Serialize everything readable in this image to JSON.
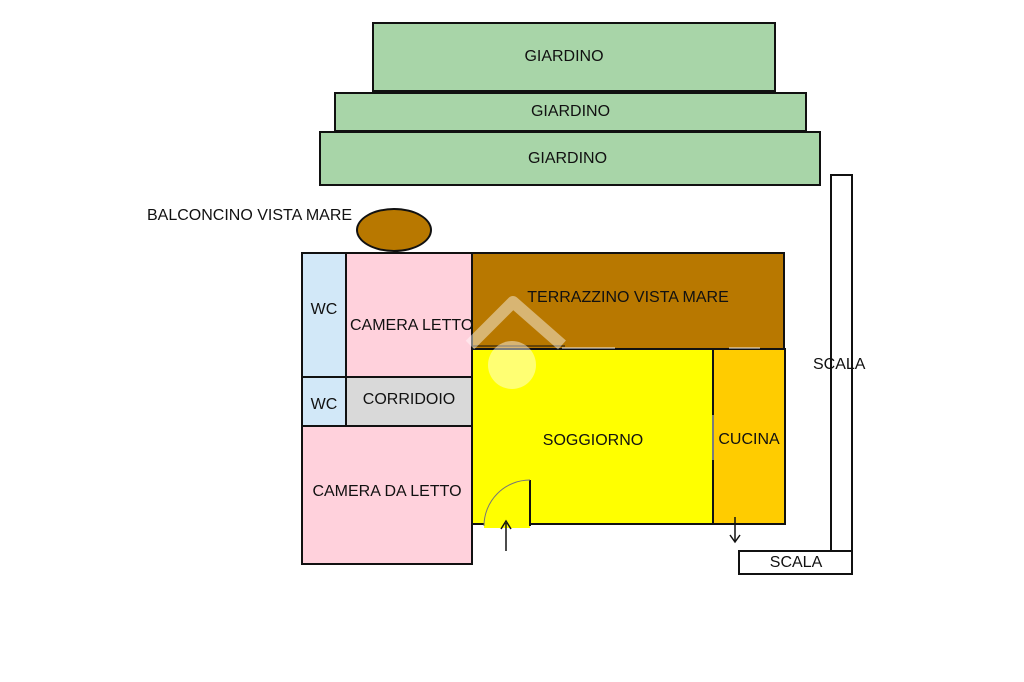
{
  "plan": {
    "garden_top": "GIARDINO",
    "garden_middle": "GIARDINO",
    "garden_bottom": "GIARDINO",
    "balcony": "BALCONCINO VISTA MARE",
    "wc_upper": "WC",
    "bedroom_upper": "CAMERA LETTO",
    "terrace": "TERRAZZINO VISTA MARE",
    "wc_lower": "WC",
    "corridor": "CORRIDOIO",
    "living_room": "SOGGIORNO",
    "kitchen": "CUCINA",
    "bedroom_lower": "CAMERA DA LETTO",
    "stairs_vertical": "SCALA",
    "stairs_horizontal": "SCALA"
  },
  "colors": {
    "garden": "#a8d5a8",
    "balcony": "#b87800",
    "terrace": "#b87800",
    "bedroom": "#ffd1dc",
    "wc": "#d2e8f8",
    "corridor": "#d9d9d9",
    "living_room": "#ffff00",
    "kitchen": "#ffcc00",
    "stairs": "#ffffff"
  }
}
